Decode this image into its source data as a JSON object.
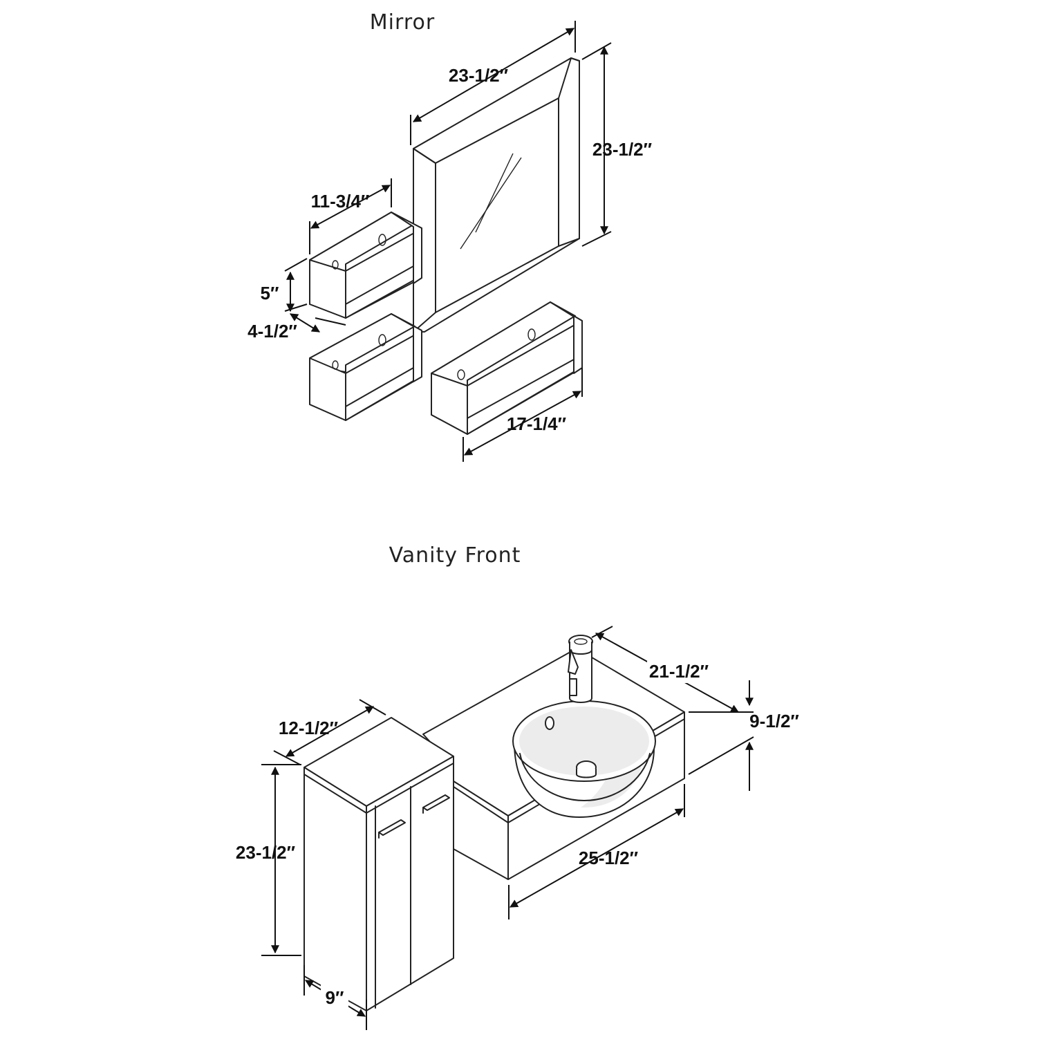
{
  "sections": {
    "mirror_title": "Mirror",
    "vanity_title": "Vanity Front"
  },
  "dimensions": {
    "mirror_width": "23-1/2″",
    "mirror_height": "23-1/2″",
    "shelf_width": "11-3/4″",
    "shelf_height": "5″",
    "shelf_depth": "4-1/2″",
    "long_shelf_width": "17-1/4″",
    "counter_depth": "21-1/2″",
    "counter_height": "9-1/2″",
    "counter_width": "25-1/2″",
    "cabinet_width": "12-1/2″",
    "cabinet_height": "23-1/2″",
    "cabinet_depth": "9″"
  }
}
